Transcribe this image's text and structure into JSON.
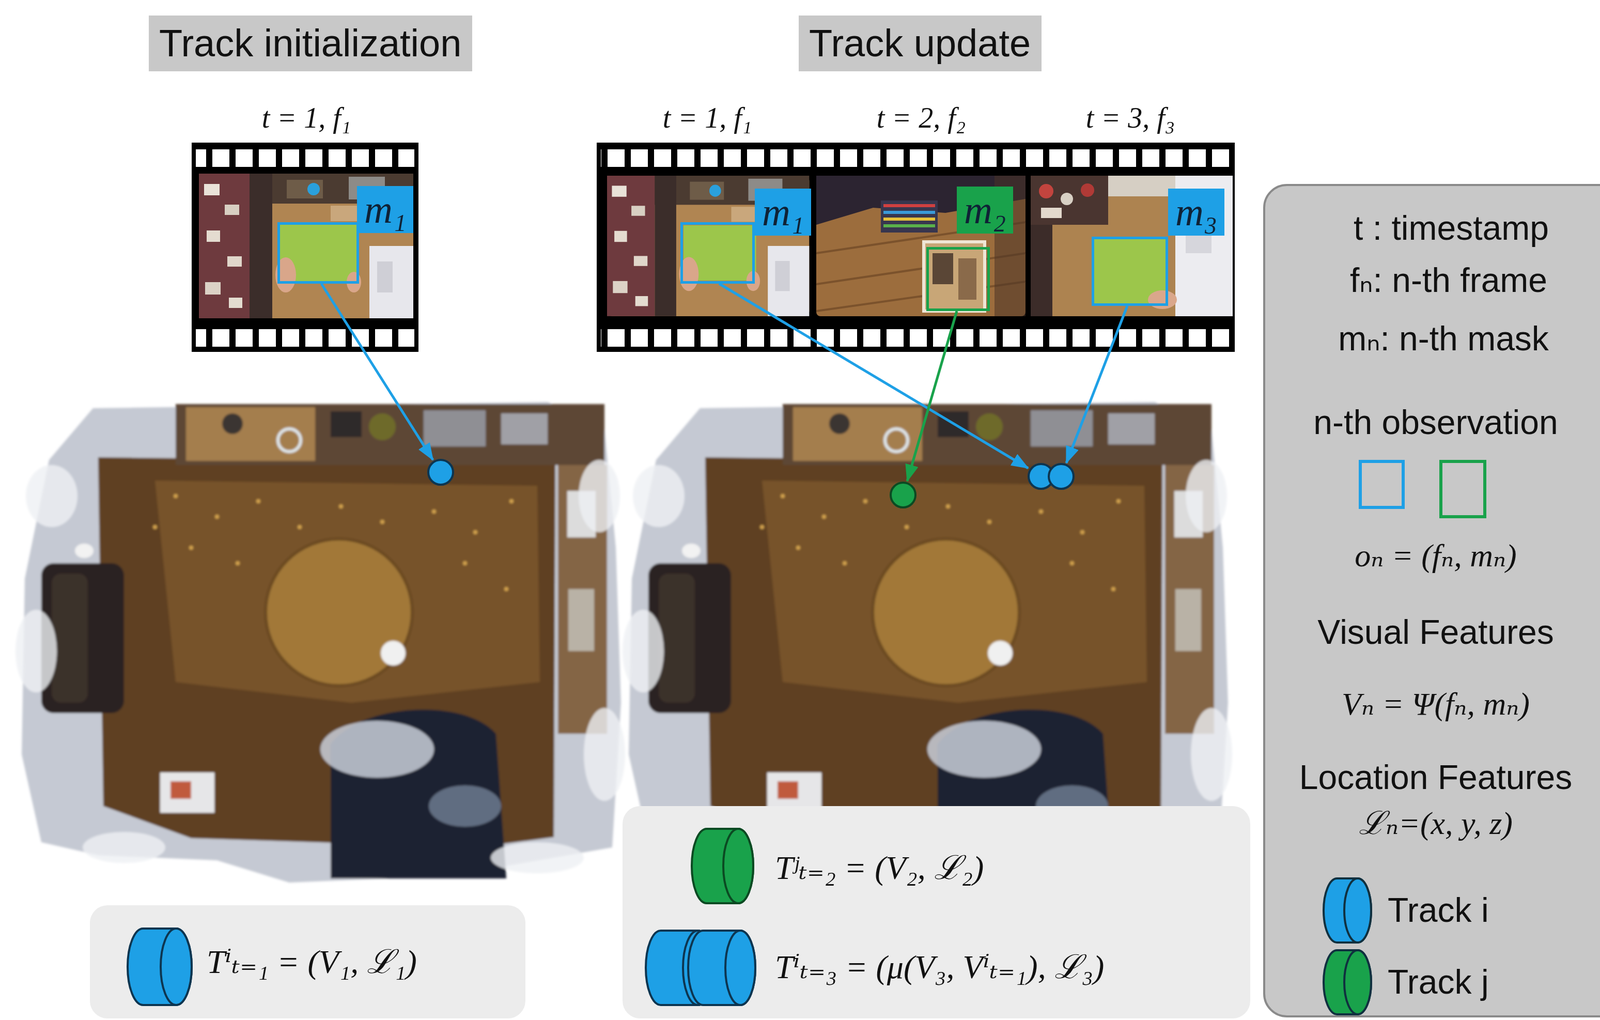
{
  "diagram": {
    "nodes": [
      {
        "text": [
          "Track initialization"
        ]
      },
      {
        "text": [
          "Track update"
        ]
      },
      {
        "text": [
          "m₁"
        ]
      },
      {
        "text": [
          "m₁"
        ]
      },
      {
        "text": [
          "m₂"
        ]
      },
      {
        "text": [
          "m₃"
        ]
      },
      {
        "text": [
          "Tⁱₜ₌₁ = (V₁, ℒ₁)"
        ]
      },
      {
        "text": [
          "Tʲₜ₌₂ = (V₂, ℒ₂)",
          "Tⁱₜ₌₃ = (μ(V₃, Vⁱₜ₌₁), ℒ₃)"
        ]
      },
      {
        "text": [
          "t : timestamp",
          "fₙ: n-th frame",
          "mₙ: n-th mask",
          "n-th observation",
          "oₙ = (fₙ, mₙ)",
          "Visual Features",
          "Vₙ = Ψ(fₙ, mₙ)",
          "Location Features",
          "ℒₙ=(x, y, z)"
        ]
      }
    ],
    "labels": [
      "t = 1, f₁",
      "t = 1, f₁",
      "t = 2, f₂",
      "t = 3, f₃"
    ],
    "legend": [
      {
        "text": "Track i",
        "color": "#1ea0e6"
      },
      {
        "text": "Track j",
        "color": "#19a24b"
      }
    ]
  }
}
